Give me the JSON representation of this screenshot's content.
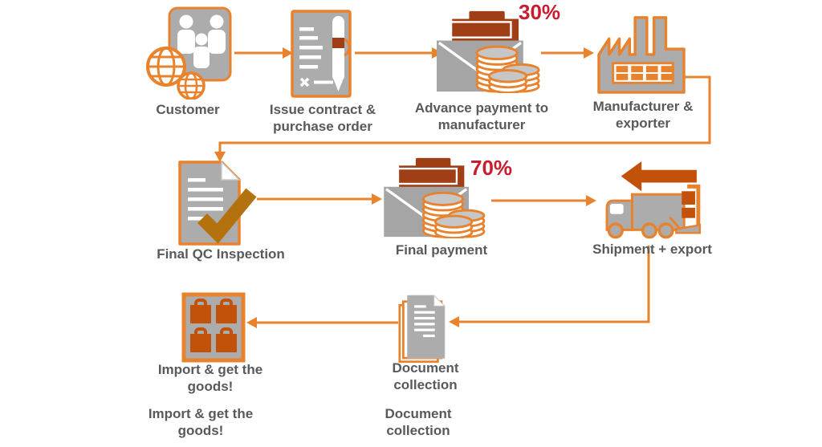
{
  "palette": {
    "orange": "#E8822D",
    "rust_dark_orange": "#C2510A",
    "bill_red_brown": "#A03E16",
    "percent_red": "#C81D2E",
    "icon_gray": "#ACACAC",
    "envelope_gray": "#A5A5A5",
    "label_gray": "#58595B",
    "check_gold": "#B4720E",
    "background": "#FFFFFF"
  },
  "diagram": {
    "nodes": {
      "customer": {
        "label": "Customer"
      },
      "contract": {
        "label": "Issue contract &\npurchase order"
      },
      "advance_payment": {
        "label": "Advance payment to\nmanufacturer",
        "badge": "30%"
      },
      "manufacturer": {
        "label": "Manufacturer &\nexporter"
      },
      "qc": {
        "label": "Final QC Inspection"
      },
      "final_payment": {
        "label": "Final payment",
        "badge": "70%"
      },
      "shipment": {
        "label": "Shipment + export"
      },
      "import_goods": {
        "label": "Import & get the\ngoods!"
      },
      "documents": {
        "label": "Document\ncollection"
      }
    },
    "duplicate_labels": {
      "import_goods": "Import & get the\ngoods!",
      "documents": "Document\ncollection"
    },
    "edges": [
      {
        "from": "customer",
        "to": "contract"
      },
      {
        "from": "contract",
        "to": "advance_payment"
      },
      {
        "from": "advance_payment",
        "to": "manufacturer"
      },
      {
        "from": "manufacturer",
        "to": "qc"
      },
      {
        "from": "qc",
        "to": "final_payment"
      },
      {
        "from": "final_payment",
        "to": "shipment"
      },
      {
        "from": "shipment",
        "to": "documents"
      },
      {
        "from": "documents",
        "to": "import_goods"
      }
    ]
  }
}
